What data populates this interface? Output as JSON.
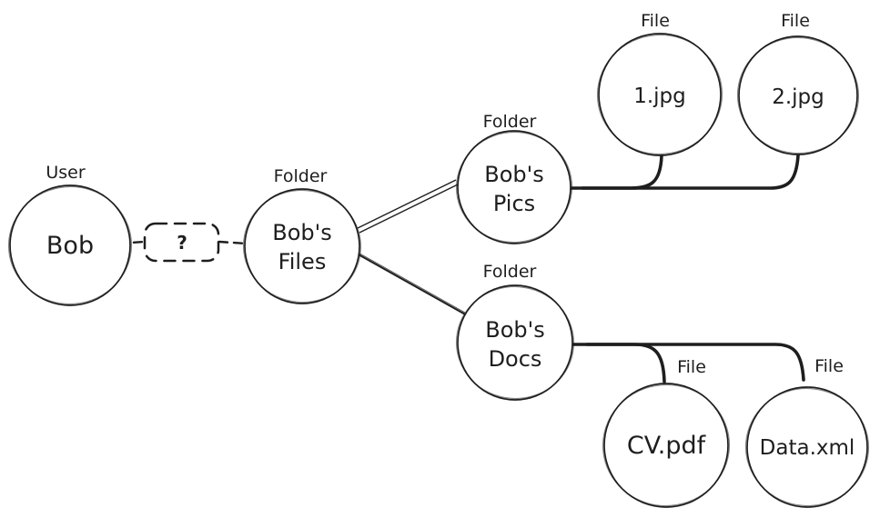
{
  "canvas": {
    "background": "#ffffff",
    "ink": "#1e1e1e"
  },
  "nodes": {
    "bob": {
      "label": "User",
      "title": "Bob"
    },
    "files": {
      "label": "Folder",
      "line1": "Bob's",
      "line2": "Files"
    },
    "pics": {
      "label": "Folder",
      "line1": "Bob's",
      "line2": "Pics"
    },
    "docs": {
      "label": "Folder",
      "line1": "Bob's",
      "line2": "Docs"
    },
    "jpg1": {
      "label": "File",
      "title": "1.jpg"
    },
    "jpg2": {
      "label": "File",
      "title": "2.jpg"
    },
    "cvpdf": {
      "label": "File",
      "title": "CV.pdf"
    },
    "dataxml": {
      "label": "File",
      "title": "Data.xml"
    }
  },
  "relationship_box": {
    "text": "?"
  },
  "edges": [
    {
      "from": "Bob",
      "to": "?",
      "style": "dashed"
    },
    {
      "from": "?",
      "to": "Bob's Files",
      "style": "dashed"
    },
    {
      "from": "Bob's Files",
      "to": "Bob's Pics",
      "style": "solid"
    },
    {
      "from": "Bob's Files",
      "to": "Bob's Docs",
      "style": "solid"
    },
    {
      "from": "Bob's Pics",
      "to": "1.jpg",
      "style": "solid-thick"
    },
    {
      "from": "Bob's Pics",
      "to": "2.jpg",
      "style": "solid-thick"
    },
    {
      "from": "Bob's Docs",
      "to": "CV.pdf",
      "style": "solid-thick"
    },
    {
      "from": "Bob's Docs",
      "to": "Data.xml",
      "style": "solid-thick"
    }
  ]
}
